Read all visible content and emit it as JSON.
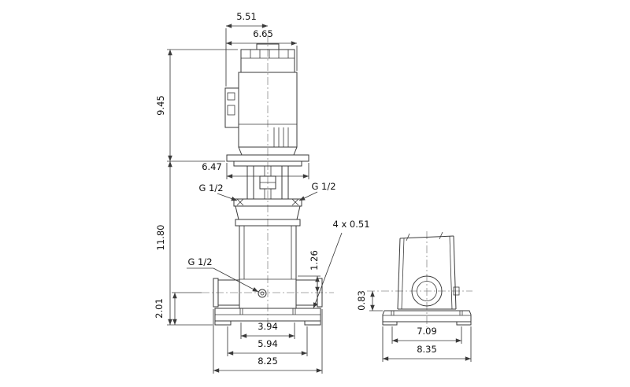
{
  "colors": {
    "line": "#3a3a3a",
    "centerline": "#8c8c8c",
    "text": "#111111",
    "background": "#ffffff"
  },
  "front_view": {
    "dims": {
      "top_width": "5.51",
      "motor_width": "6.65",
      "motor_height": "9.45",
      "flange_width": "6.47",
      "port_left": "G 1/2",
      "port_right": "G 1/2",
      "pump_height": "11.80",
      "drain_port": "G 1/2",
      "port_offset": "1.26",
      "base_holes": "4 x 0.51",
      "port_height": "2.01",
      "hole_spacing": "3.94",
      "slot_spacing": "5.94",
      "base_width": "8.25"
    }
  },
  "side_view": {
    "dims": {
      "base_height": "0.83",
      "hole_spacing": "7.09",
      "base_depth": "8.35"
    }
  }
}
